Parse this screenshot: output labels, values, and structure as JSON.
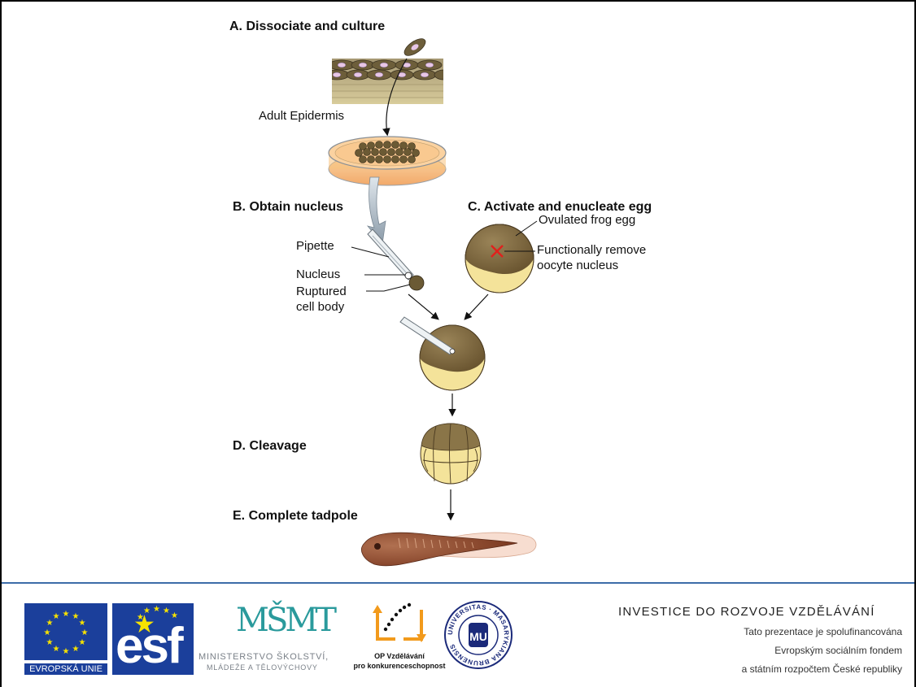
{
  "steps": {
    "a": "A.  Dissociate and culture",
    "b": "B. Obtain nucleus",
    "c": "C. Activate and enucleate egg",
    "d": "D. Cleavage",
    "e": "E. Complete tadpole"
  },
  "labels": {
    "adult_epidermis": "Adult Epidermis",
    "pipette": "Pipette",
    "nucleus": "Nucleus",
    "ruptured_1": "Ruptured",
    "ruptured_2": "cell body",
    "ovulated_egg": "Ovulated frog egg",
    "remove_1": "Functionally remove",
    "remove_2": "oocyte nucleus"
  },
  "footer": {
    "eu_label": "EVROPSKÁ UNIE",
    "esf_label": "esf",
    "msmt_logo": "MŠMT",
    "msmt_line1": "MINISTERSTVO ŠKOLSTVÍ,",
    "msmt_line2": "MLÁDEŽE A TĚLOVÝCHOVY",
    "op_line1": "OP Vzdělávání",
    "op_line2": "pro konkurenceschopnost",
    "muni_ring": "UNIVERSITAS · MASARYKIANA BRUNENSIS",
    "muni_monogram": "MU",
    "title": "INVESTICE DO ROZVOJE VZDĚLÁVÁNÍ",
    "line1": "Tato prezentace je spolufinancována",
    "line2": "Evropským sociálním fondem",
    "line3": "a státním rozpočtem České republiky"
  },
  "colors": {
    "cell_brown": "#7a6a3e",
    "egg_brown": "#7d6a44",
    "yolk": "#f4e39a",
    "nucleus_fill": "#e9c6e6",
    "dish_orange": "#f7c88a",
    "eu_blue": "#1b3f9b",
    "star_yellow": "#f7e200",
    "footer_rule": "#3d6ca8",
    "enucleate_mark": "#e0201c"
  }
}
